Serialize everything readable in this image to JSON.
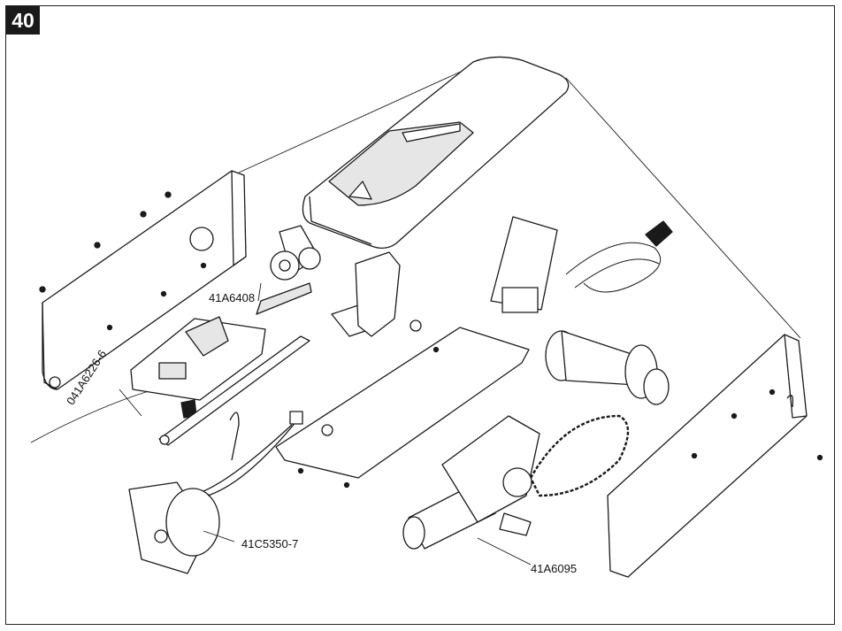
{
  "figure": {
    "number": "40",
    "part_labels": [
      {
        "id": "pulley-assembly",
        "text": "41A6408"
      },
      {
        "id": "logic-board",
        "text": "041A6226-6"
      },
      {
        "id": "sensor-motor",
        "text": "41C5350-7"
      },
      {
        "id": "drive-motor",
        "text": "41A6095"
      }
    ]
  },
  "colors": {
    "line": "#1a1a1a",
    "fill": "#ffffff",
    "shade": "#e6e6e6",
    "badge": "#1a1a1a"
  }
}
